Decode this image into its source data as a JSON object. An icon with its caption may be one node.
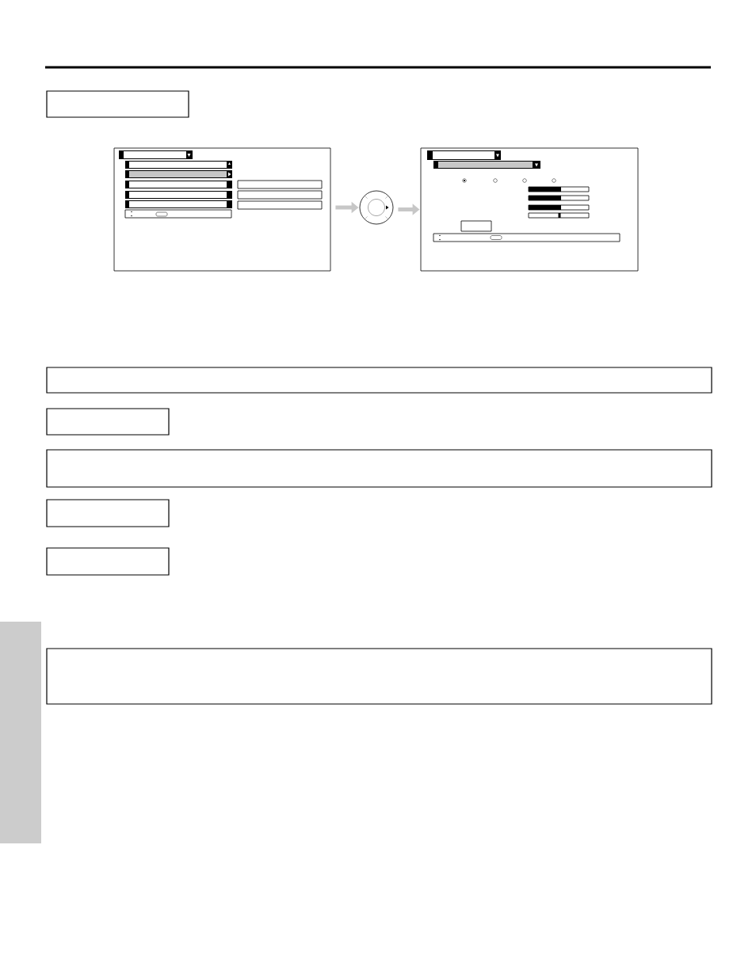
{
  "diagram": {
    "nodes": [
      {
        "text": [],
        "shape": "box"
      },
      {
        "text": [],
        "shape": "picture"
      },
      {
        "text": [],
        "shape": "circle"
      },
      {
        "text": [],
        "shape": "picture"
      },
      {
        "text": [],
        "shape": "box"
      },
      {
        "text": [],
        "shape": "box"
      },
      {
        "text": [],
        "shape": "box"
      },
      {
        "text": [],
        "shape": "box"
      },
      {
        "text": [],
        "shape": "box"
      },
      {
        "text": [],
        "shape": "bar"
      },
      {
        "text": [],
        "shape": "box"
      }
    ],
    "edges": [
      {
        "from": 1,
        "to": 2,
        "arrow": "to"
      },
      {
        "from": 2,
        "to": 3,
        "arrow": "to"
      }
    ]
  }
}
